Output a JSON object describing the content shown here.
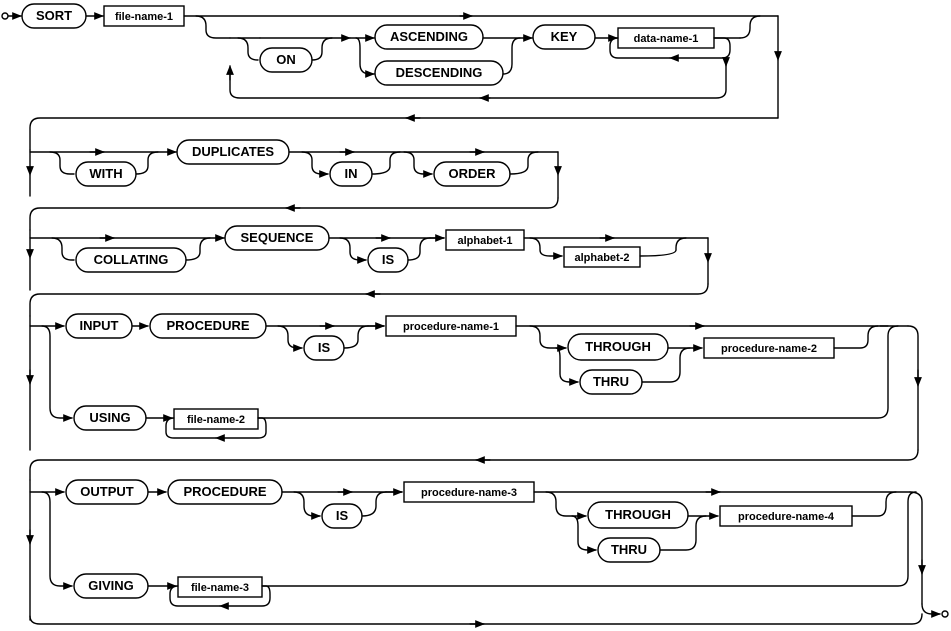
{
  "diagram": {
    "keywords": {
      "sort": "SORT",
      "on": "ON",
      "ascending": "ASCENDING",
      "descending": "DESCENDING",
      "key": "KEY",
      "with": "WITH",
      "duplicates": "DUPLICATES",
      "in": "IN",
      "order": "ORDER",
      "collating": "COLLATING",
      "sequence": "SEQUENCE",
      "is": "IS",
      "input": "INPUT",
      "procedure": "PROCEDURE",
      "through": "THROUGH",
      "thru": "THRU",
      "using": "USING",
      "output": "OUTPUT",
      "giving": "GIVING"
    },
    "operands": {
      "file_name_1": "file-name-1",
      "data_name_1": "data-name-1",
      "alphabet_1": "alphabet-1",
      "alphabet_2": "alphabet-2",
      "procedure_name_1": "procedure-name-1",
      "procedure_name_2": "procedure-name-2",
      "file_name_2": "file-name-2",
      "procedure_name_3": "procedure-name-3",
      "procedure_name_4": "procedure-name-4",
      "file_name_3": "file-name-3"
    }
  }
}
